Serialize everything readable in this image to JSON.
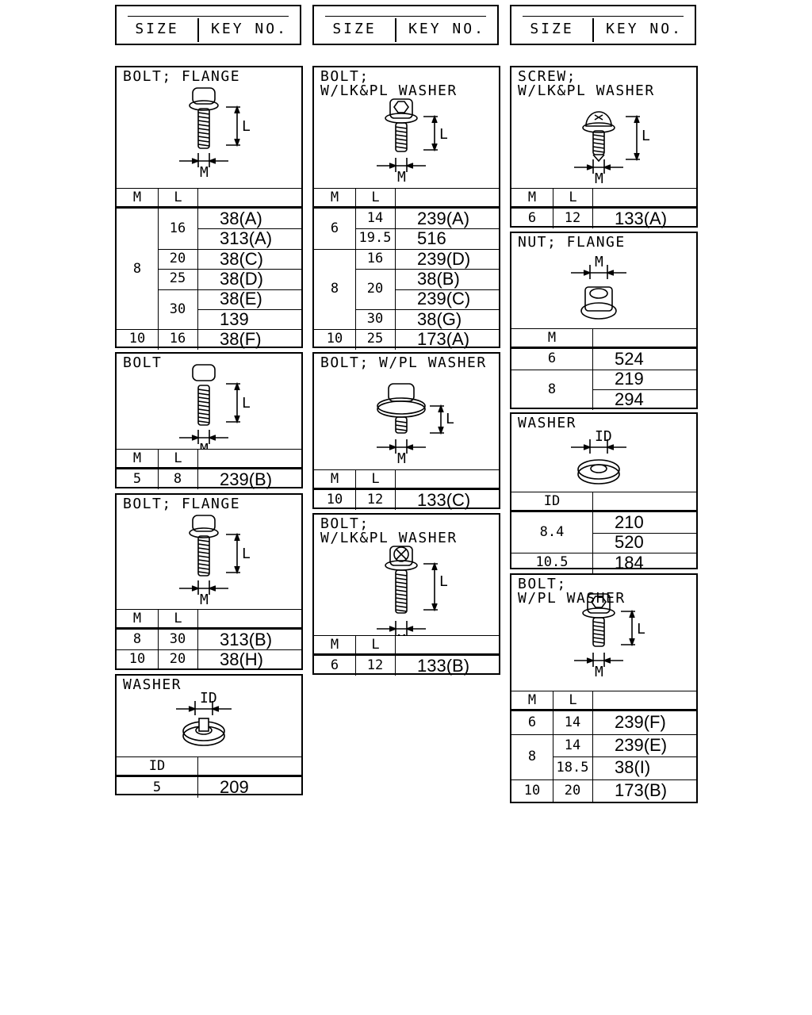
{
  "headers": [
    {
      "size": "SIZE",
      "key": "KEY NO."
    },
    {
      "size": "SIZE",
      "key": "KEY NO."
    },
    {
      "size": "SIZE",
      "key": "KEY NO."
    }
  ],
  "panels": {
    "bolt_flange_1": {
      "title": "BOLT; FLANGE",
      "col_m": "M",
      "col_l": "L",
      "dim_l": "L",
      "dim_m": "M",
      "rows": [
        {
          "m": "8",
          "l": "16",
          "keys": [
            "38(A)",
            "313(A)"
          ]
        },
        {
          "l": "20",
          "keys": [
            "38(C)"
          ]
        },
        {
          "l": "25",
          "keys": [
            "38(D)"
          ]
        },
        {
          "l": "30",
          "keys": [
            "38(E)",
            "139"
          ]
        },
        {
          "m": "10",
          "l": "16",
          "keys": [
            "38(F)"
          ]
        }
      ]
    },
    "bolt": {
      "title": "BOLT",
      "col_m": "M",
      "col_l": "L",
      "dim_l": "L",
      "dim_m": "M",
      "rows": [
        {
          "m": "5",
          "l": "8",
          "keys": [
            "239(B)"
          ]
        }
      ]
    },
    "bolt_flange_2": {
      "title": "BOLT; FLANGE",
      "col_m": "M",
      "col_l": "L",
      "dim_l": "L",
      "dim_m": "M",
      "rows": [
        {
          "m": "8",
          "l": "30",
          "keys": [
            "313(B)"
          ]
        },
        {
          "m": "10",
          "l": "20",
          "keys": [
            "38(H)"
          ]
        }
      ]
    },
    "washer_1": {
      "title": "WASHER",
      "col_id": "ID",
      "dim_id": "ID",
      "rows": [
        {
          "id": "5",
          "keys": [
            "209"
          ]
        }
      ]
    },
    "bolt_lkpl_washer_1": {
      "title": "BOLT;\nW/LK&PL WASHER",
      "col_m": "M",
      "col_l": "L",
      "dim_l": "L",
      "dim_m": "M",
      "rows": [
        {
          "m": "6",
          "l": "14",
          "keys": [
            "239(A)"
          ]
        },
        {
          "l": "19.5",
          "keys": [
            "516"
          ]
        },
        {
          "m": "8",
          "l": "16",
          "keys": [
            "239(D)"
          ]
        },
        {
          "l": "20",
          "keys": [
            "38(B)",
            "239(C)"
          ]
        },
        {
          "l": "30",
          "keys": [
            "38(G)"
          ]
        },
        {
          "m": "10",
          "l": "25",
          "keys": [
            "173(A)"
          ]
        }
      ]
    },
    "bolt_pl_washer": {
      "title": "BOLT; W/PL WASHER",
      "col_m": "M",
      "col_l": "L",
      "dim_l": "L",
      "dim_m": "M",
      "rows": [
        {
          "m": "10",
          "l": "12",
          "keys": [
            "133(C)"
          ]
        }
      ]
    },
    "bolt_lkpl_washer_2": {
      "title": "BOLT;\nW/LK&PL WASHER",
      "col_m": "M",
      "col_l": "L",
      "dim_l": "L",
      "dim_m": "M",
      "rows": [
        {
          "m": "6",
          "l": "12",
          "keys": [
            "133(B)"
          ]
        }
      ]
    },
    "screw_lkpl_washer": {
      "title": "SCREW;\nW/LK&PL WASHER",
      "col_m": "M",
      "col_l": "L",
      "dim_l": "L",
      "dim_m": "M",
      "rows": [
        {
          "m": "6",
          "l": "12",
          "keys": [
            "133(A)"
          ]
        }
      ]
    },
    "nut_flange": {
      "title": "NUT; FLANGE",
      "col_m": "M",
      "dim_m": "M",
      "rows": [
        {
          "m": "6",
          "keys": [
            "524"
          ]
        },
        {
          "m": "8",
          "keys": [
            "219",
            "294"
          ]
        }
      ]
    },
    "washer_2": {
      "title": "WASHER",
      "col_id": "ID",
      "dim_id": "ID",
      "rows": [
        {
          "id": "8.4",
          "keys": [
            "210",
            "520"
          ]
        },
        {
          "id": "10.5",
          "keys": [
            "184"
          ]
        }
      ]
    },
    "bolt_pl_washer_2": {
      "title": "BOLT;\nW/PL WASHER",
      "col_m": "M",
      "col_l": "L",
      "dim_l": "L",
      "dim_m": "M",
      "rows": [
        {
          "m": "6",
          "l": "14",
          "keys": [
            "239(F)"
          ]
        },
        {
          "m": "8",
          "l": "14",
          "keys": [
            "239(E)"
          ]
        },
        {
          "l": "18.5",
          "keys": [
            "38(I)"
          ]
        },
        {
          "m": "10",
          "l": "20",
          "keys": [
            "173(B)"
          ]
        }
      ]
    }
  }
}
